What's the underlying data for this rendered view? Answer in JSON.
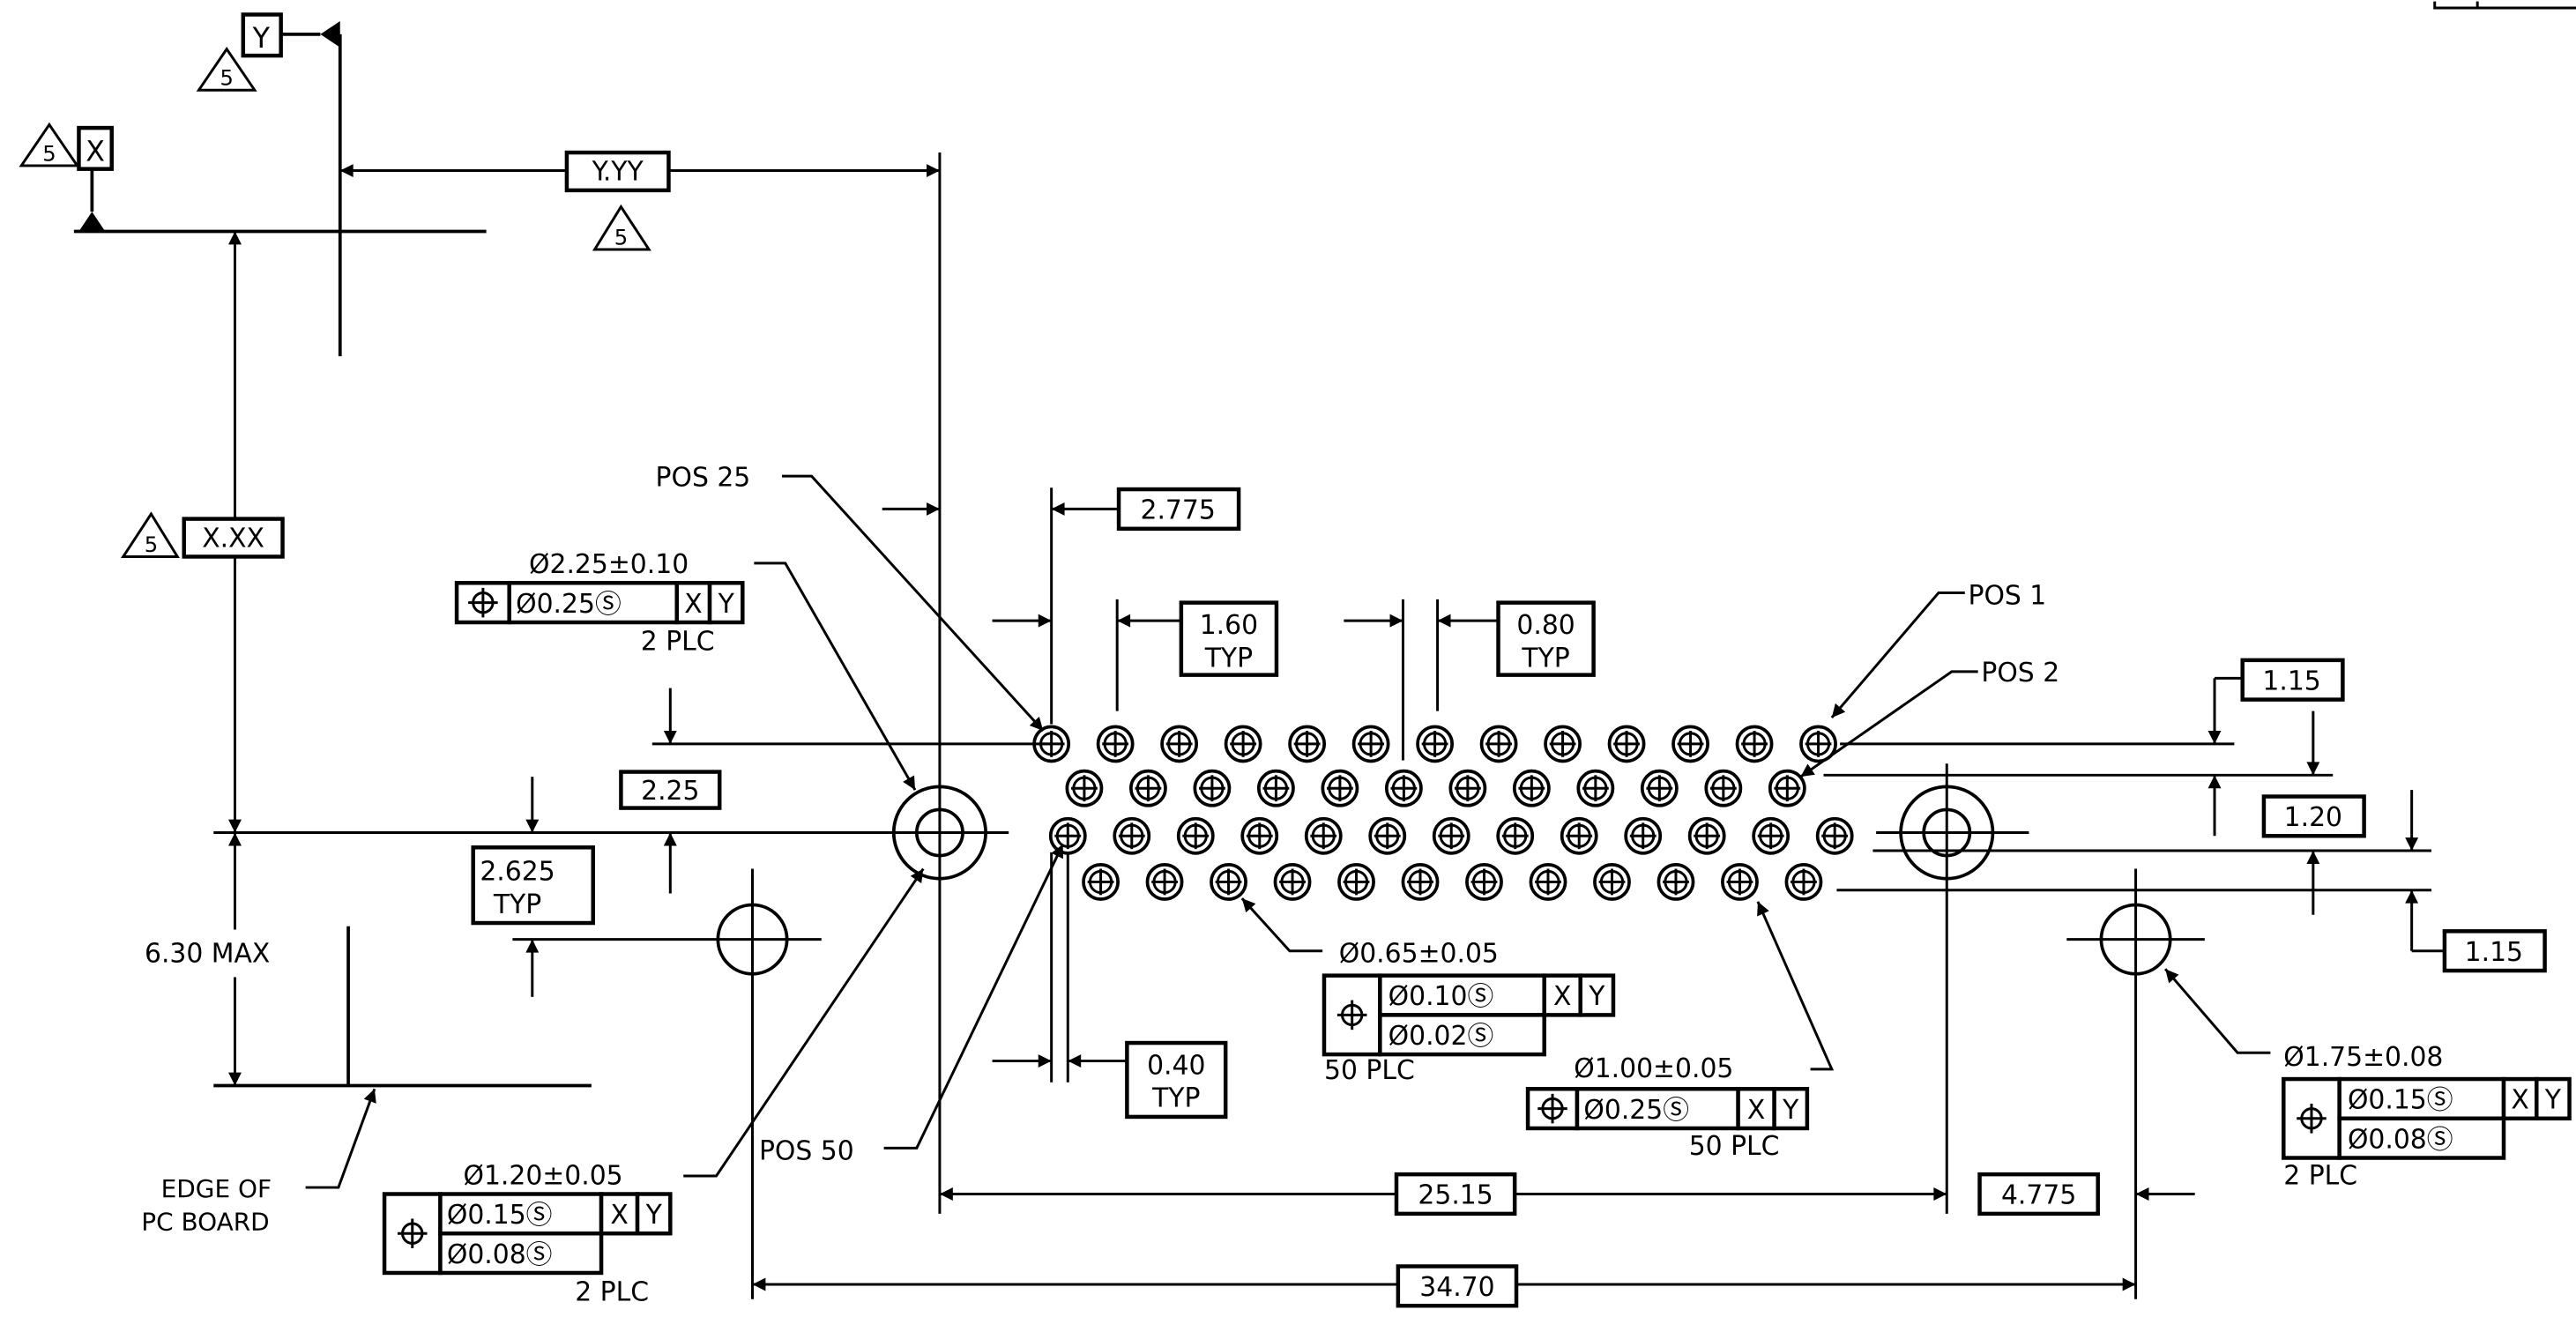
{
  "datums": {
    "x_label": "X",
    "y_label": "Y",
    "flag_note": "5"
  },
  "dims": {
    "yyy": "Y.YY",
    "xxx": "X.XX",
    "d2775": "2.775",
    "d160": "1.60",
    "d080": "0.80",
    "typ": "TYP",
    "d115a": "1.15",
    "d120": "1.20",
    "d115b": "1.15",
    "d225": "2.25",
    "d2625": "2.625",
    "d040": "0.40",
    "d2515": "25.15",
    "d4775": "4.775",
    "d3470": "34.70",
    "max630": "6.30 MAX"
  },
  "labels": {
    "pos25": "POS 25",
    "pos1": "POS 1",
    "pos2": "POS 2",
    "pos50": "POS 50",
    "edge1": "EDGE OF",
    "edge2": "PC BOARD"
  },
  "callouts": {
    "hole225": {
      "dia": "Ø2.25±0.10",
      "tol": "Ø0.25Ⓢ",
      "d1": "X",
      "d2": "Y",
      "qty": "2 PLC"
    },
    "hole065": {
      "dia": "Ø0.65±0.05",
      "tol1": "Ø0.10Ⓢ",
      "tol2": "Ø0.02Ⓢ",
      "d1": "X",
      "d2": "Y",
      "qty": "50 PLC"
    },
    "hole100": {
      "dia": "Ø1.00±0.05",
      "tol": "Ø0.25Ⓢ",
      "d1": "X",
      "d2": "Y",
      "qty": "50 PLC"
    },
    "hole175": {
      "dia": "Ø1.75±0.08",
      "tol1": "Ø0.15Ⓢ",
      "tol2": "Ø0.08Ⓢ",
      "d1": "X",
      "d2": "Y",
      "qty": "2 PLC"
    },
    "hole120": {
      "dia": "Ø1.20±0.05",
      "tol1": "Ø0.15Ⓢ",
      "tol2": "Ø0.08Ⓢ",
      "d1": "X",
      "d2": "Y",
      "qty": "2 PLC"
    }
  }
}
